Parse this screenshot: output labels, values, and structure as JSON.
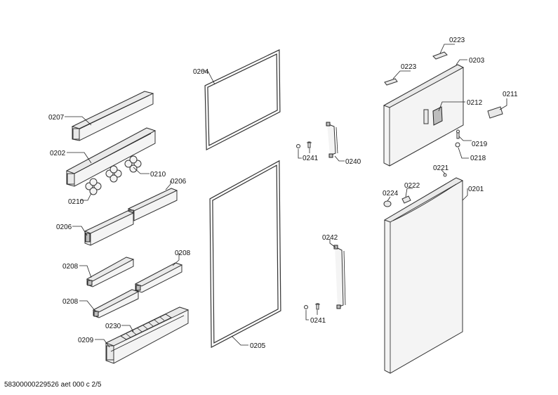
{
  "labels": {
    "l0207": "0207",
    "l0202": "0202",
    "l0210a": "0210",
    "l0210b": "0210",
    "l0206a": "0206",
    "l0206b": "0206",
    "l0208a": "0208",
    "l0208b": "0208",
    "l0208c": "0208",
    "l0230": "0230",
    "l0209": "0209",
    "l0204": "0204",
    "l0205": "0205",
    "l0241a": "0241",
    "l0241b": "0241",
    "l0240": "0240",
    "l0242": "0242",
    "l0223a": "0223",
    "l0223b": "0223",
    "l0203": "0203",
    "l0212": "0212",
    "l0211": "0211",
    "l0219": "0219",
    "l0218": "0218",
    "l0221": "0221",
    "l0222": "0222",
    "l0224": "0224",
    "l0201": "0201"
  },
  "footer": "58300000229526 aet 000 c 2/5"
}
